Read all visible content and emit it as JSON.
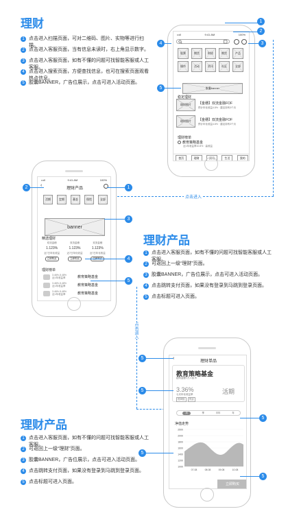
{
  "sec1": {
    "title": "理财",
    "notes": [
      "点击进入扫描页面，可对二维码、图片、实物等进行扫描。",
      "点击进入客服页面，当有信息未读时，右上角显示数字。",
      "点击进入客服页面，如有不懂的问题可找智能客服或人工客服。",
      "点击进入搜索页面，方便查找信息，也可在搜索页面观看热点信息。",
      "胶囊BANNER，广告位展示，点击可进入活动页面。"
    ]
  },
  "sec2": {
    "title": "理财产品",
    "notes": [
      "点击进入客服页面，如有不懂的问题可找智能客服或人工客服。",
      "可返回上一级“理财”页面。",
      "胶囊BANNER，广告位展示，点击可进入活动页面。",
      "点击跳转支付页面，如果没有登录到马跳到登录页面。",
      "点击标题可进入页面。"
    ]
  },
  "sec3": {
    "title": "理财产品",
    "notes": [
      "点击进入客服页面，如有不懂的问题可找智能客服或人工客服。",
      "可返回上一级“理财”页面。",
      "胶囊BANNER，广告位展示，点击可进入活动页面。",
      "点击跳转支付页面，如果没有登录到马跳到登录页面。",
      "点击标题可进入页面。"
    ]
  },
  "status": {
    "signal": "•••ll",
    "time": "9:41 AM",
    "battery": "100%"
  },
  "p1": {
    "grid": [
      "股票",
      "期货",
      "财经",
      "期货",
      "产品",
      "操作",
      "活动",
      "资讯",
      "社区",
      "全部"
    ],
    "banner": "胶囊banner",
    "rec_title": "稳定理财",
    "products": [
      {
        "img": "理财图片",
        "name": "【金穗】双流金融FOF",
        "sub": "预计年化收益4.8% · 建议持有3个月"
      },
      {
        "img": "理财图片",
        "name": "【金穗】双流金融FOF",
        "sub": "预计年化收益4.8% · 建议持有3个月"
      }
    ],
    "rank_title": "理财榜单",
    "rank_item": "教育策略基金",
    "rank_sub": "近1年收益率10.8% · 高收益",
    "nav": [
      "首页",
      "理财",
      "资讯",
      "生活",
      "我的"
    ]
  },
  "p2": {
    "title": "理财产品",
    "tabs": [
      "活期",
      "定期",
      "基金",
      "保险",
      "全部"
    ],
    "banner": "banner",
    "sel_title": "精选理财",
    "cards": [
      {
        "name": "双流金穗",
        "rate": "1.123%",
        "sub": "近7日年化收益",
        "btn": "立即购买"
      },
      {
        "name": "双流金穗",
        "rate": "1.123%",
        "sub": "近7日年化收益",
        "btn": "立即购买"
      },
      {
        "name": "双流金穗",
        "rate": "1.123%",
        "sub": "近7日年化收益",
        "btn": "立即购买"
      }
    ],
    "rank_title": "理财榜单",
    "ranks": [
      {
        "name": "教育策略基金",
        "rate": "3.46%-5.48%"
      },
      {
        "name": "教育策略基金",
        "rate": "3.46%-5.48%"
      },
      {
        "name": "教育策略基金",
        "rate": "3.46%-5.48%"
      }
    ],
    "rank_sub": "近1年收益率"
  },
  "p3": {
    "title": "理财单品",
    "fund": "教育策略基金",
    "fund_sub": "起购金额1万人民币",
    "rate": "3.36%",
    "rate_label": "七天年化收益率",
    "tags": [
      "低风险",
      "灵活"
    ],
    "type": "活期",
    "tabs": [
      "月",
      "季",
      "半年",
      "年"
    ],
    "chart_title": "净值走势",
    "y_ticks": [
      "2500",
      "2000",
      "1800",
      "1600",
      "1400",
      "1200",
      "1000"
    ],
    "x_ticks": [
      "07.08",
      "08.08",
      "09.08",
      "10.08"
    ],
    "buy": "立即购买"
  },
  "links": {
    "a": "点击进入",
    "b": "点击进入"
  },
  "chart_data": {
    "type": "area",
    "title": "净值走势",
    "x": [
      "07.08",
      "08.08",
      "09.08",
      "10.08"
    ],
    "y_ticks": [
      1000,
      1200,
      1400,
      1600,
      1800,
      2000,
      2500
    ]
  }
}
